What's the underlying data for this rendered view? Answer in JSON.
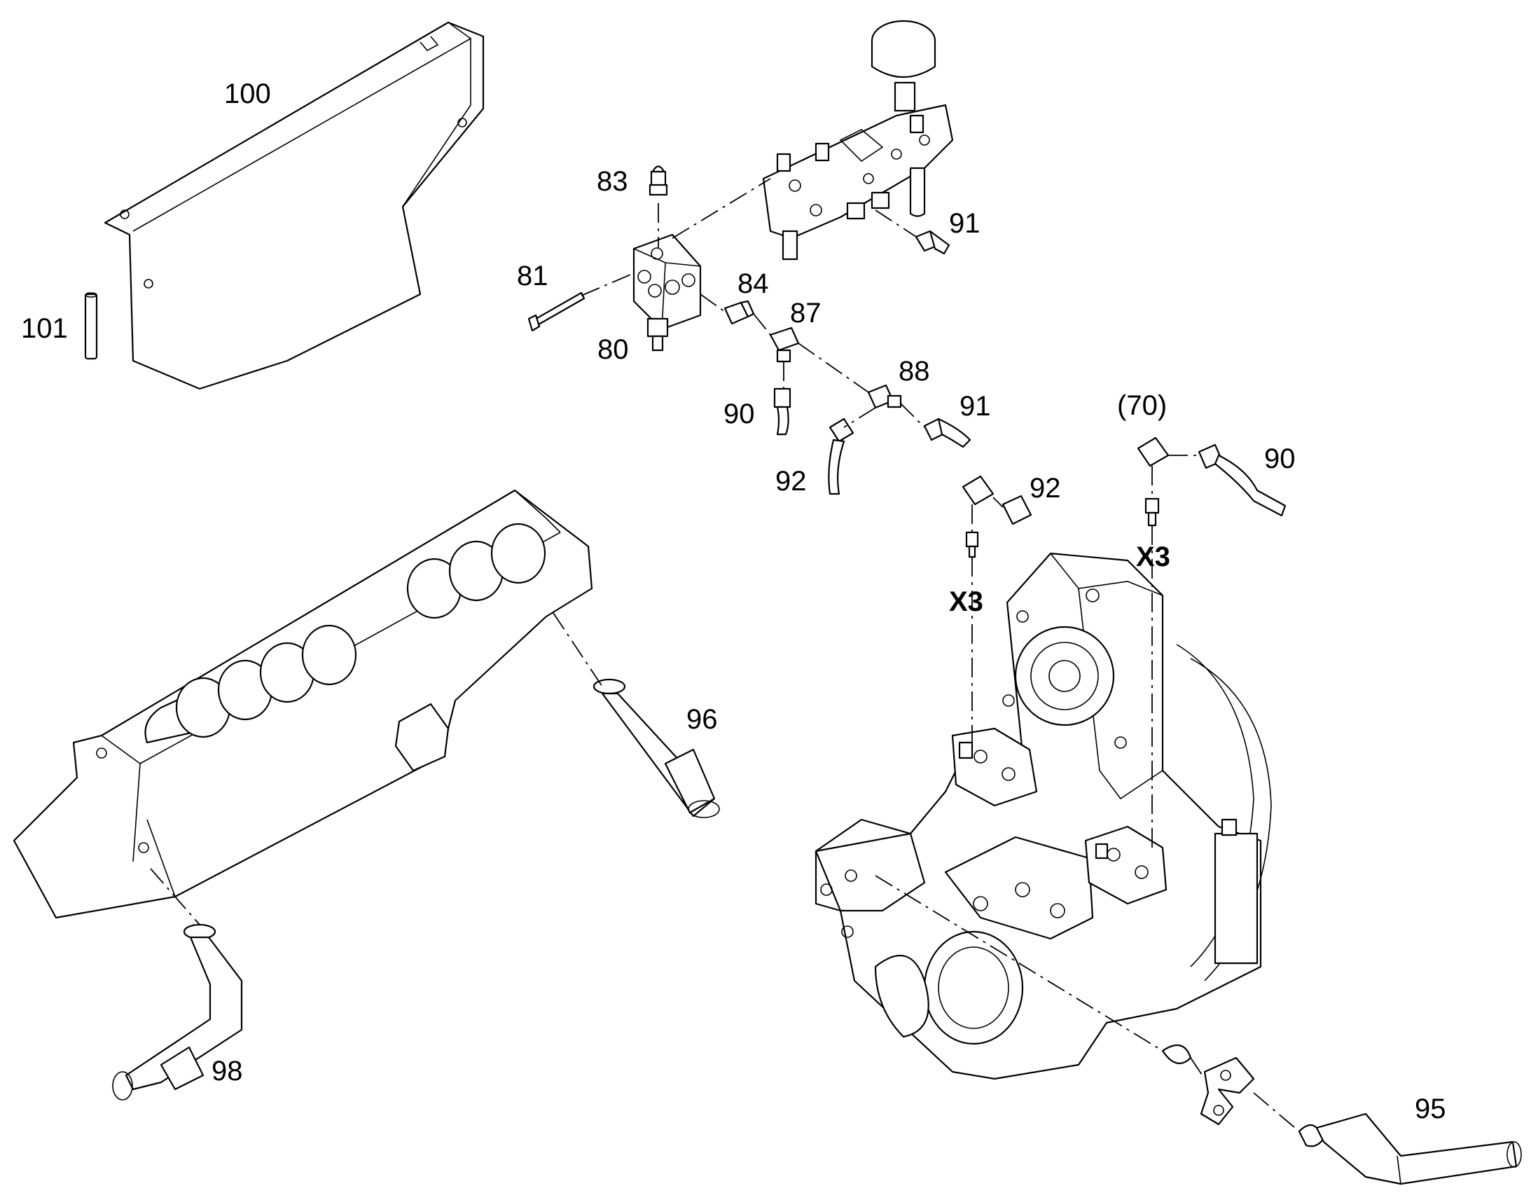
{
  "labels": {
    "p100": "100",
    "p101": "101",
    "p83": "83",
    "p91a": "91",
    "p81": "81",
    "p84": "84",
    "p87": "87",
    "p80": "80",
    "p88": "88",
    "p90a": "90",
    "p91b": "91",
    "p70": "(70)",
    "p90b": "90",
    "p92a": "92",
    "p92b": "92",
    "x3a": "X3",
    "x3b": "X3",
    "p96": "96",
    "p98": "98",
    "p95": "95"
  }
}
